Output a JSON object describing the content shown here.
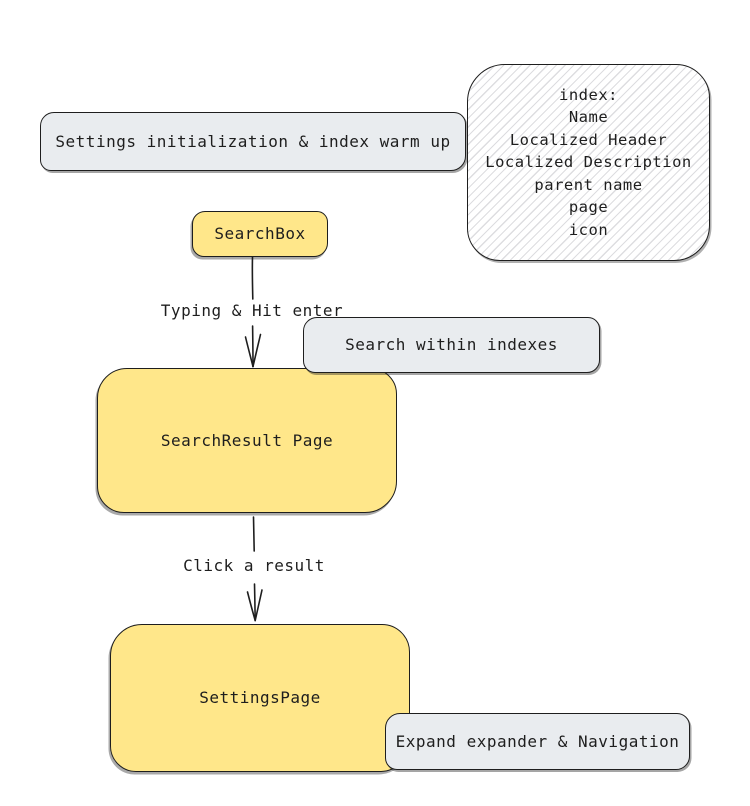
{
  "canvas": {
    "background": "#ffffff",
    "stroke_color": "#1e1e1e",
    "node_fill_yellow": "#ffe78a",
    "node_fill_gray": "#e9ecef",
    "hatch_line_color": "#bdbdc4"
  },
  "nodes": {
    "warmup": {
      "label": "Settings initialization & index warm up"
    },
    "index_schema": {
      "lines": [
        "index:",
        "Name",
        "Localized Header",
        "Localized Description",
        "parent name",
        "page",
        "icon"
      ]
    },
    "searchbox": {
      "label": "SearchBox"
    },
    "search_within": {
      "label": "Search within indexes"
    },
    "search_result": {
      "label": "SearchResult Page"
    },
    "settings_page": {
      "label": "SettingsPage"
    },
    "expand_nav": {
      "label": "Expand expander & Navigation"
    }
  },
  "edges": {
    "typing_enter": {
      "label": "Typing & Hit enter"
    },
    "click_result": {
      "label": "Click a result"
    }
  }
}
